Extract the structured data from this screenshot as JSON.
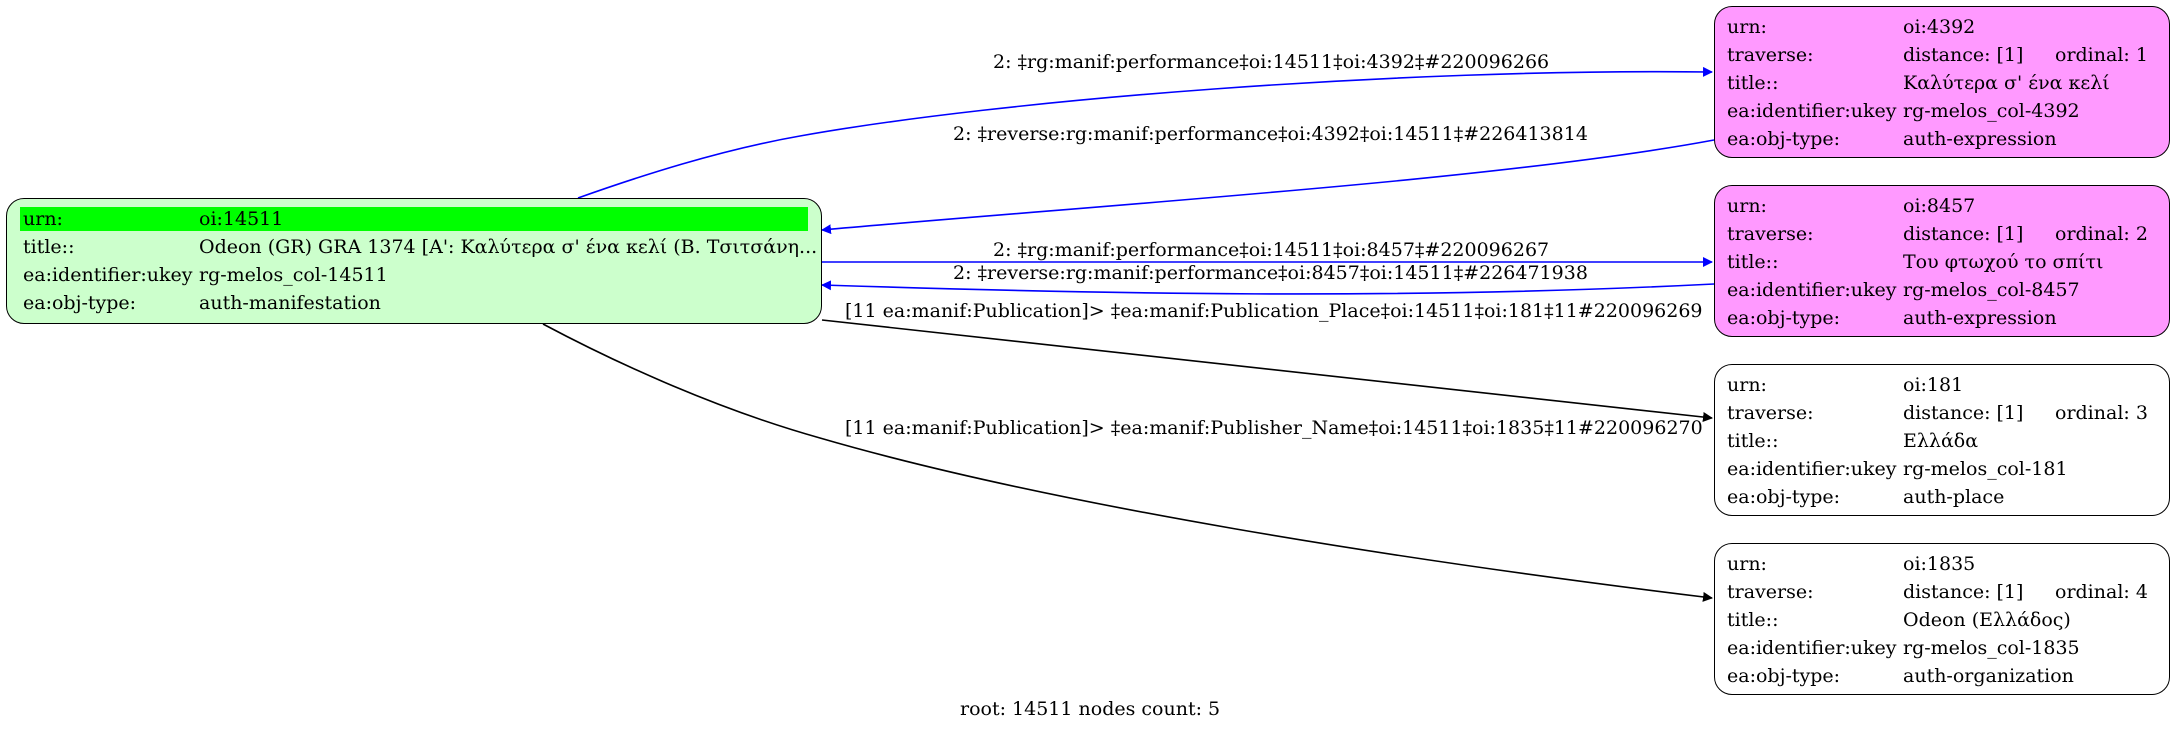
{
  "root": {
    "rows": [
      {
        "k": "urn:",
        "v": "oi:14511"
      },
      {
        "k": "title::",
        "v": "Odeon (GR) GRA 1374 [A': Καλύτερα σ' ένα κελί (Β. Τσιτσάνη..."
      },
      {
        "k": "ea:identifier:ukey",
        "v": "rg-melos_col-14511"
      },
      {
        "k": "ea:obj-type:",
        "v": "auth-manifestation"
      }
    ],
    "fill": "#ccffcc",
    "highlight": "#00ff00"
  },
  "nodes": [
    {
      "fill": "#ff99ff",
      "rows": [
        {
          "k": "urn:",
          "v": "oi:4392"
        },
        {
          "k": "traverse:",
          "v": "distance: [1]",
          "extra": "ordinal: 1"
        },
        {
          "k": "title::",
          "v": "Καλύτερα σ' ένα κελί"
        },
        {
          "k": "ea:identifier:ukey",
          "v": "rg-melos_col-4392"
        },
        {
          "k": "ea:obj-type:",
          "v": "auth-expression"
        }
      ]
    },
    {
      "fill": "#ff99ff",
      "rows": [
        {
          "k": "urn:",
          "v": "oi:8457"
        },
        {
          "k": "traverse:",
          "v": "distance: [1]",
          "extra": "ordinal: 2"
        },
        {
          "k": "title::",
          "v": "Του φτωχού το σπίτι"
        },
        {
          "k": "ea:identifier:ukey",
          "v": "rg-melos_col-8457"
        },
        {
          "k": "ea:obj-type:",
          "v": "auth-expression"
        }
      ]
    },
    {
      "fill": "#ffffff",
      "rows": [
        {
          "k": "urn:",
          "v": "oi:181"
        },
        {
          "k": "traverse:",
          "v": "distance: [1]",
          "extra": "ordinal: 3"
        },
        {
          "k": "title::",
          "v": "Ελλάδα"
        },
        {
          "k": "ea:identifier:ukey",
          "v": "rg-melos_col-181"
        },
        {
          "k": "ea:obj-type:",
          "v": "auth-place"
        }
      ]
    },
    {
      "fill": "#ffffff",
      "rows": [
        {
          "k": "urn:",
          "v": "oi:1835"
        },
        {
          "k": "traverse:",
          "v": "distance: [1]",
          "extra": "ordinal: 4"
        },
        {
          "k": "title::",
          "v": "Odeon (Ελλάδος)"
        },
        {
          "k": "ea:identifier:ukey",
          "v": "rg-melos_col-1835"
        },
        {
          "k": "ea:obj-type:",
          "v": "auth-organization"
        }
      ]
    }
  ],
  "edges": [
    {
      "label": "2: ‡rg:manif:performance‡oi:14511‡oi:4392‡#220096266",
      "color": "#0000ff"
    },
    {
      "label": "2: ‡reverse:rg:manif:performance‡oi:4392‡oi:14511‡#226413814",
      "color": "#0000ff"
    },
    {
      "label": "2: ‡rg:manif:performance‡oi:14511‡oi:8457‡#220096267",
      "color": "#0000ff"
    },
    {
      "label": "2: ‡reverse:rg:manif:performance‡oi:8457‡oi:14511‡#226471938",
      "color": "#0000ff"
    },
    {
      "label": "[11 ea:manif:Publication]> ‡ea:manif:Publication_Place‡oi:14511‡oi:181‡11#220096269",
      "color": "#000000"
    },
    {
      "label": "[11 ea:manif:Publication]> ‡ea:manif:Publisher_Name‡oi:14511‡oi:1835‡11#220096270",
      "color": "#000000"
    }
  ],
  "footer": "root: 14511 nodes count: 5"
}
